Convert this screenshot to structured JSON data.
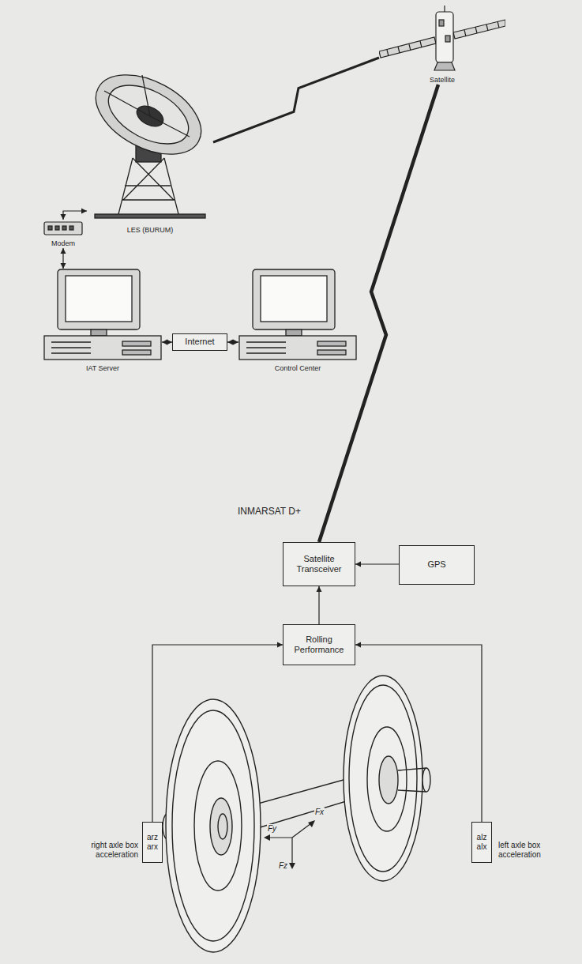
{
  "diagram": {
    "nodes": [
      {
        "text": [
          "Satellite"
        ]
      },
      {
        "text": [
          "LES (BURUM)"
        ]
      },
      {
        "text": [
          "Modem"
        ]
      },
      {
        "text": [
          "IAT Server"
        ]
      },
      {
        "text": [
          "Internet"
        ]
      },
      {
        "text": [
          "Control Center"
        ]
      },
      {
        "text": [
          "Satellite Transceiver"
        ]
      },
      {
        "text": [
          "GPS"
        ]
      },
      {
        "text": [
          "Rolling Performance"
        ]
      },
      {
        "text": [
          "arz",
          "arx"
        ]
      },
      {
        "text": [
          "alz",
          "alx"
        ]
      }
    ],
    "edges": [
      {
        "from": 1,
        "to": 0,
        "arrow": "none"
      },
      {
        "from": 0,
        "to": 6,
        "arrow": "none"
      },
      {
        "from": 2,
        "to": 1,
        "arrow": "both"
      },
      {
        "from": 2,
        "to": 3,
        "arrow": "both"
      },
      {
        "from": 3,
        "to": 4,
        "arrow": "both"
      },
      {
        "from": 4,
        "to": 5,
        "arrow": "both"
      },
      {
        "from": 7,
        "to": 6,
        "arrow": "to"
      },
      {
        "from": 8,
        "to": 6,
        "arrow": "to"
      },
      {
        "from": 9,
        "to": 8,
        "arrow": "to"
      },
      {
        "from": 10,
        "to": 8,
        "arrow": "to"
      }
    ],
    "labels": [
      "INMARSAT D+",
      "right axle box acceleration",
      "left axle box acceleration",
      "Fy",
      "Fx",
      "Fz"
    ]
  }
}
